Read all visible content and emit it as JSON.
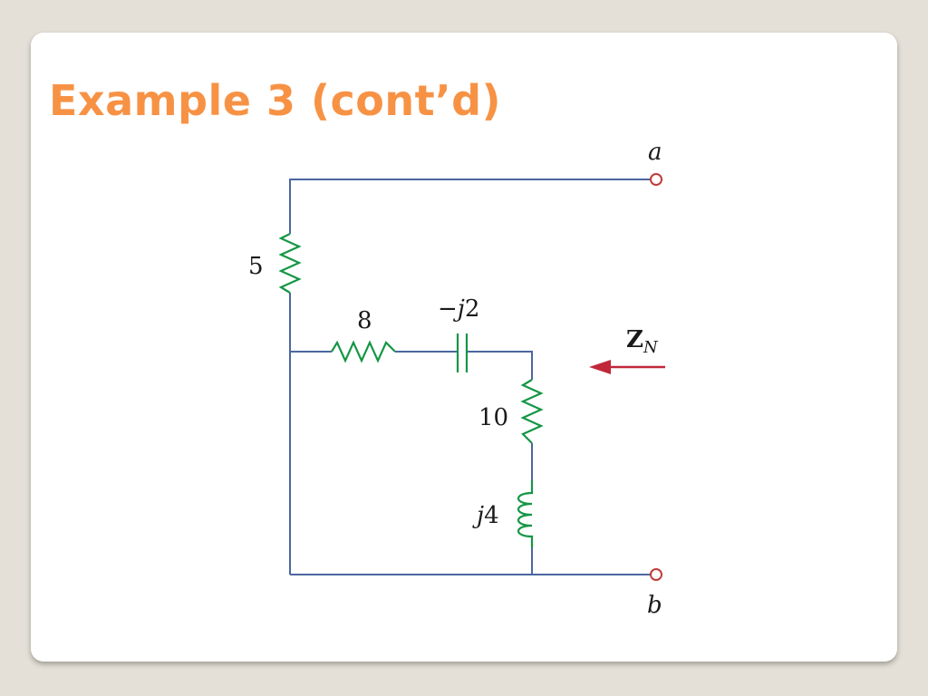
{
  "slide": {
    "title": "Example 3 (cont’d)"
  },
  "circuit": {
    "terminals": {
      "a": "a",
      "b": "b"
    },
    "components": {
      "r5": {
        "value": "5"
      },
      "r8": {
        "value": "8"
      },
      "cap": {
        "prefix": "−",
        "j": "j",
        "value": "2"
      },
      "r10": {
        "value": "10"
      },
      "ind": {
        "j": "j",
        "value": "4"
      }
    },
    "impedance_label": {
      "symbol": "Z",
      "subscript": "N"
    }
  },
  "colors": {
    "title": "#f79245",
    "wire": "#4c67a0",
    "component": "#149645",
    "terminal": "#c23a3a",
    "arrow": "#c0283a"
  }
}
